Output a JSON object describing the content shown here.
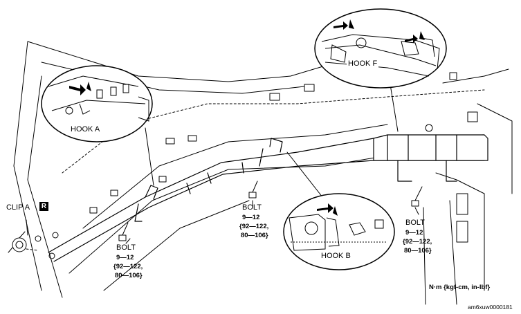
{
  "labels": {
    "clip_a": "CLIP A",
    "r_badge": "R",
    "hook_a": "HOOK A",
    "hook_b": "HOOK B",
    "hook_f": "HOOK F",
    "bolt": "BOLT"
  },
  "bolts": [
    {
      "label": "BOLT",
      "torque": "9—12",
      "sub1": "{92—122,",
      "sub2": "80—106}"
    },
    {
      "label": "BOLT",
      "torque": "9—12",
      "sub1": "{92—122,",
      "sub2": "80—106}"
    },
    {
      "label": "BOLT",
      "torque": "9—12",
      "sub1": "{92—122,",
      "sub2": "80—106}"
    }
  ],
  "units_note": "N·m {kgf-cm, in-lbf}",
  "figure_code": "am6xuw0000181"
}
